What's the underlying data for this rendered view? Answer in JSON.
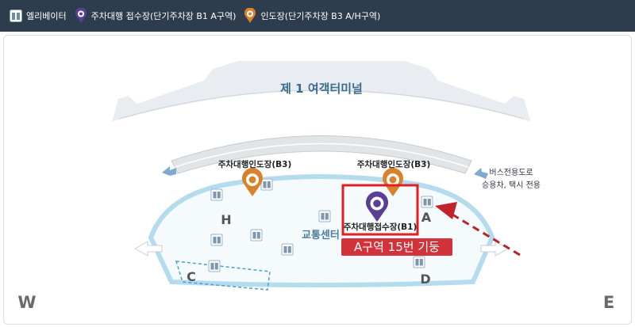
{
  "legend": {
    "elevator_label": "엘리베이터",
    "valet_reception_label": "주차대행 접수장(단기주차장 B1 A구역)",
    "valet_delivery_label": "인도장(단기주차장 B3 A/H구역)"
  },
  "map": {
    "terminal_title": "제 1 여객터미널",
    "transport_center_label": "교통센터",
    "bus_lane_line1": "버스전용도로",
    "bus_lane_line2": "승용차, 택시 전용",
    "delivery_left_label": "주차대행인도장(B3)",
    "delivery_right_label": "주차대행인도장(B3)",
    "reception_label": "주차대행접수장(B1)",
    "zone_a": "A",
    "zone_c": "C",
    "zone_d": "D",
    "zone_h": "H",
    "west": "W",
    "east": "E",
    "callout": "A구역 15번 기둥"
  },
  "colors": {
    "header_bg": "#2d3d4e",
    "valet_reception_pin": "#5b3f94",
    "valet_delivery_pin": "#d9822b",
    "highlight_red": "#d2333b",
    "zone_outline": "#8cc5e3"
  }
}
